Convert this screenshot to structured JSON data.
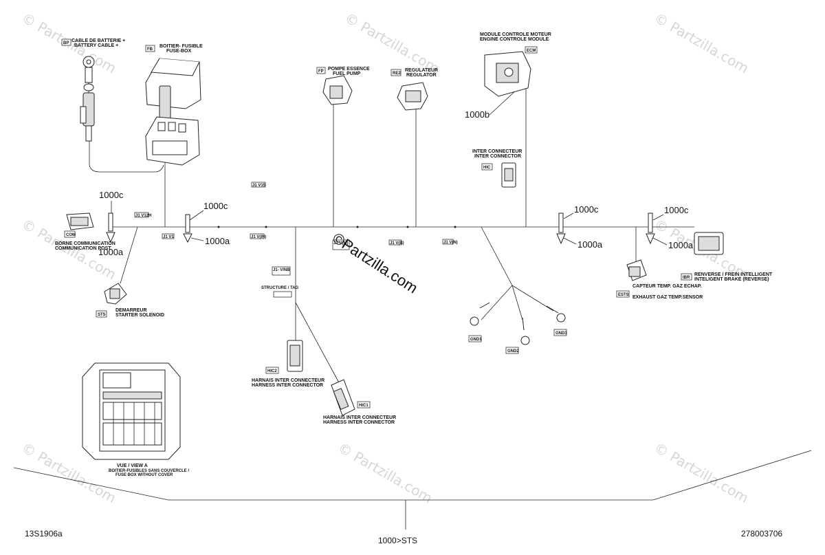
{
  "watermark": {
    "text": "© Partzilla.com",
    "center_text": "©Partzilla.com"
  },
  "footer": {
    "left": "13S1906a",
    "center": "1000>STS",
    "right": "278003706"
  },
  "components": {
    "bp": {
      "code": "BP",
      "fr": "CABLE DE BATTERIE +",
      "en": "BATTERY CABLE +"
    },
    "fb": {
      "code": "FB",
      "fr": "BOITIER- FUSIBLE",
      "en": "FUSE-BOX"
    },
    "fp": {
      "code": "FP",
      "fr": "POMPE ESSENCE",
      "en": "FUEL PUMP"
    },
    "re2": {
      "code": "RE2",
      "fr": "REGULATEUR",
      "en": "REGULATOR"
    },
    "ecm": {
      "code": "ECM",
      "fr": "MODULE CONTROLE MOTEUR",
      "en": "ENGINE CONTROLE MODULE"
    },
    "hic": {
      "code": "HIC",
      "fr": "INTER CONNECTEUR",
      "en": "INTER CONNECTOR"
    },
    "com": {
      "code": "COM",
      "fr": "BORNE COMMUNICATION",
      "en": "COMMUNICATION POST"
    },
    "sts": {
      "code": "STS",
      "fr": "DEMARREUR",
      "en": "STARTER SOLENOID"
    },
    "hic2": {
      "code": "HIC2",
      "fr": "HARNAIS INTER CONNECTEUR",
      "en": "HARNESS INTER CONNECTOR"
    },
    "hic1": {
      "code": "HIC1",
      "fr": "HARNAIS INTER CONNECTEUR",
      "en": "HARNESS INTER CONNECTOR"
    },
    "ests": {
      "code": "ESTS",
      "fr": "CAPTEUR TEMP. GAZ ECHAP.",
      "en": "EXHAUST GAZ TEMP.SENSOR"
    },
    "ibr": {
      "code": "IBR",
      "fr": "RENVERSE / FREIN INTELLIGENT",
      "en": "INTELIGENT BRAKE (REVERSE)"
    },
    "gnd1": {
      "code": "GND1"
    },
    "gnd2": {
      "code": "GND2"
    },
    "gnd3": {
      "code": "GND3"
    }
  },
  "callouts": {
    "c1000b": "1000b",
    "c1000c_1": "1000c",
    "c1000a_1": "1000a",
    "c1000c_2": "1000c",
    "c1000a_2": "1000a",
    "c1000c_3": "1000c",
    "c1000a_3": "1000a",
    "c1000c_4": "1000c",
    "c1000a_4": "1000a"
  },
  "splices": {
    "s1": "J1 V1",
    "s2": "J1 V12H",
    "s3": "J1 V15",
    "s4": "J1 V(IN)",
    "s5": "J1 V(B)",
    "s6": "J1 V(N)",
    "s7": "J1 V(M)",
    "s8": "J1- V/NB",
    "s9": "STRUCTURE / TAG"
  },
  "view_a": {
    "title": "VUE / VIEW A",
    "sub1": "BOITIER-FUSIBLES SANS COUVERCLE /",
    "sub2": "FUSE BOX WITHOUT COVER"
  }
}
